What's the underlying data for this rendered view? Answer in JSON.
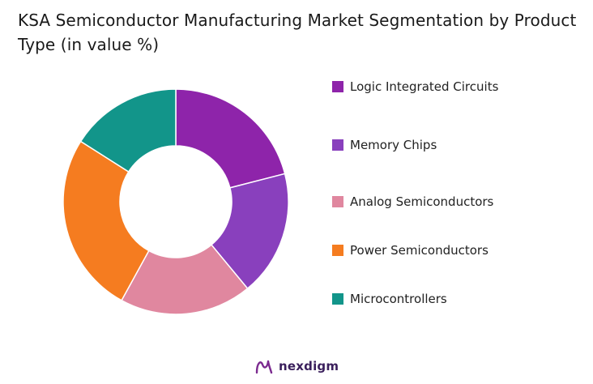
{
  "chart_data": {
    "type": "pie",
    "subtype": "donut",
    "title": "KSA Semiconductor Manufacturing Market Segmentation by Product Type (in value %)",
    "categories": [
      "Logic Integrated Circuits",
      "Memory Chips",
      "Analog Semiconductors",
      "Power Semiconductors",
      "Microcontrollers"
    ],
    "values": [
      21,
      18,
      19,
      26,
      16
    ],
    "colors": [
      "#8e24aa",
      "#8940bd",
      "#e0879f",
      "#f57c20",
      "#12958a"
    ],
    "legend_position": "right",
    "start_angle_deg": 0,
    "direction": "clockwise"
  },
  "brand": {
    "name": "nexdigm",
    "logo_icon": "nexdigm-logo-icon",
    "logo_color": "#7b2a8f"
  }
}
